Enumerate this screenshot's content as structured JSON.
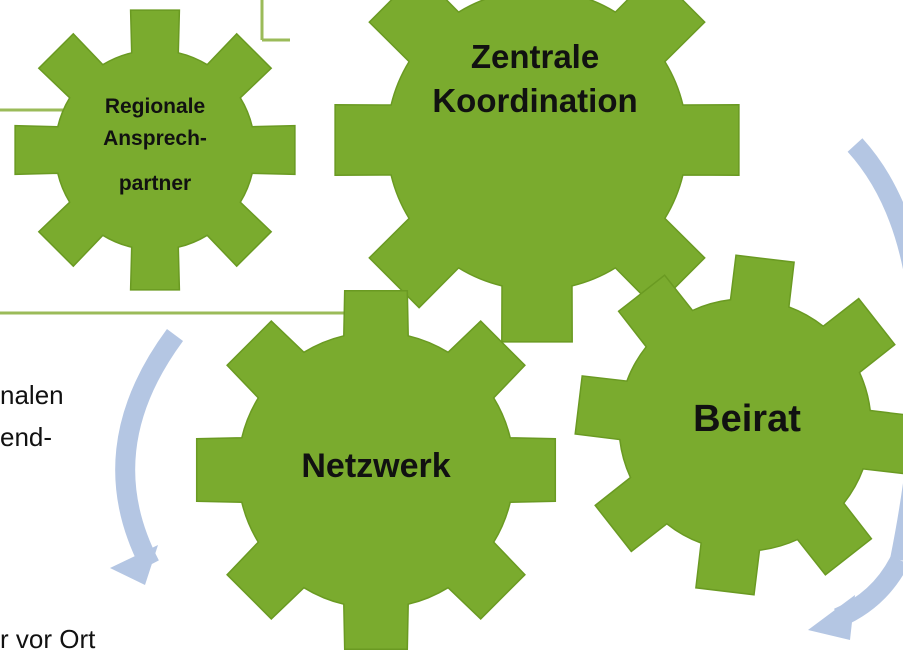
{
  "colors": {
    "gear_fill": "#7aab2e",
    "gear_stroke": "#6a9a22",
    "arrow": "#b4c6e3",
    "frame_line": "#9bbb59",
    "text": "#111111"
  },
  "gears": [
    {
      "id": "regional",
      "lines": [
        "Regionale",
        "Ansprech-",
        "partner"
      ]
    },
    {
      "id": "zentral",
      "lines": [
        "Zentrale",
        "Koordination"
      ]
    },
    {
      "id": "netzwerk",
      "lines": [
        "Netzwerk"
      ]
    },
    {
      "id": "beirat",
      "lines": [
        "Beirat"
      ]
    }
  ],
  "left_text": {
    "line1": "nalen",
    "line2": "end-",
    "line3": "r vor Ort"
  },
  "icons": [
    "gear-icon",
    "curved-arrow-icon"
  ]
}
